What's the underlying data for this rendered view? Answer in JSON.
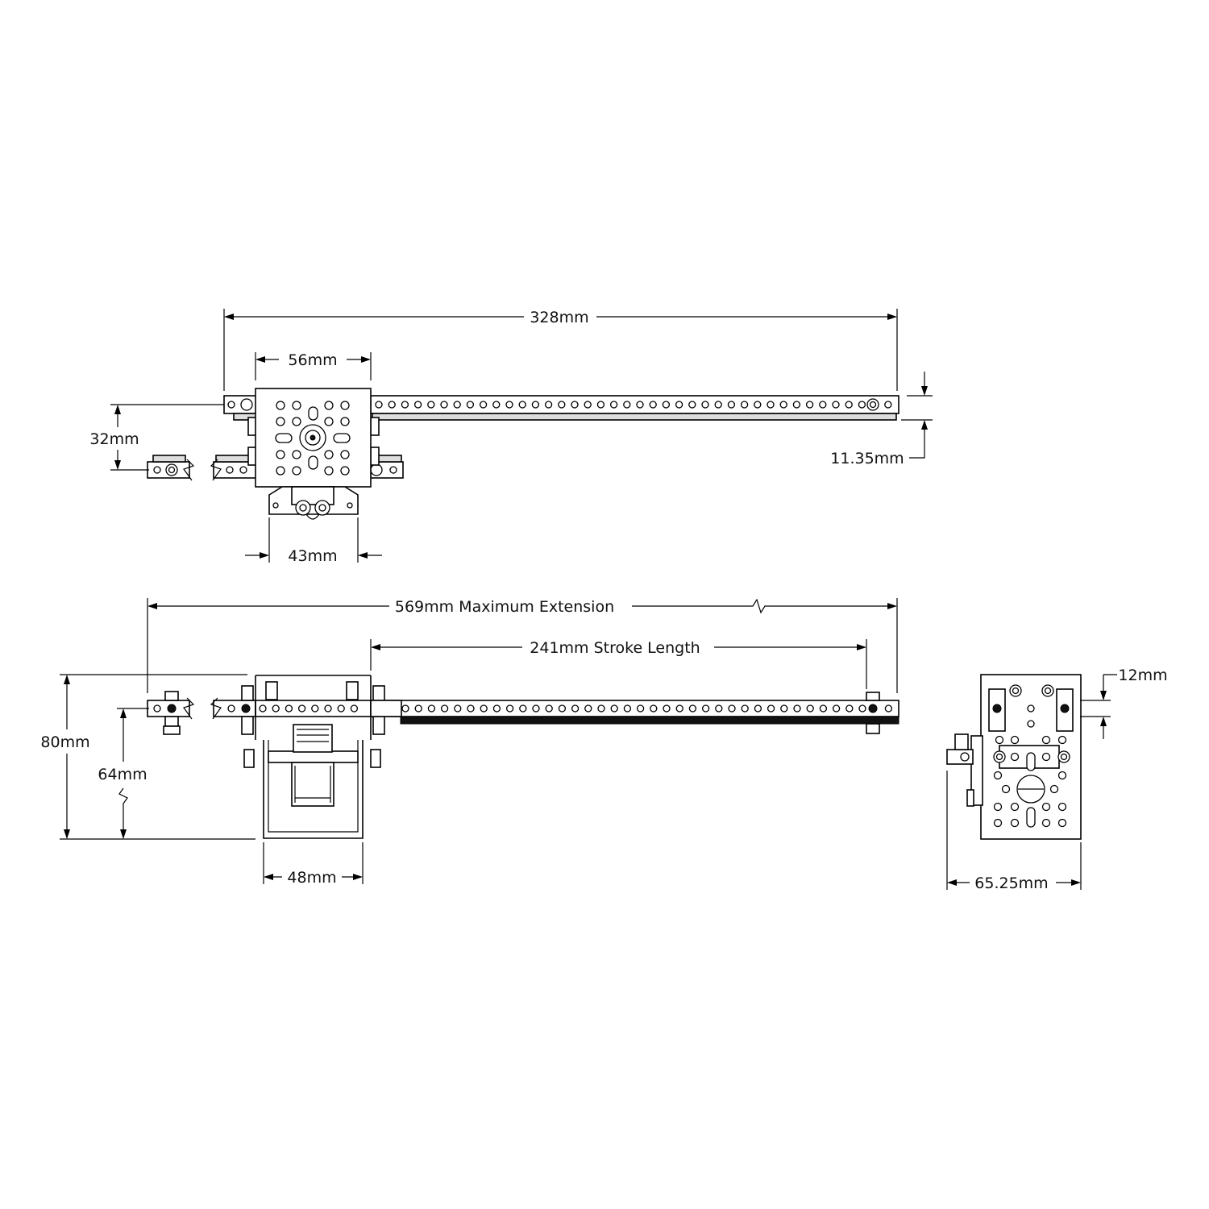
{
  "top_view": {
    "dim_overall_length": "328mm",
    "dim_housing_width": "56mm",
    "dim_rail_offset": "32mm",
    "dim_rack_height": "11.35mm",
    "dim_motor_width": "43mm"
  },
  "side_view": {
    "dim_max_extension": "569mm Maximum Extension",
    "dim_stroke_length": "241mm Stroke Length",
    "dim_overall_height": "80mm",
    "dim_rail_height": "64mm",
    "dim_frame_width": "48mm"
  },
  "end_view": {
    "dim_rail_thickness": "12mm",
    "dim_overall_width": "65.25mm"
  }
}
